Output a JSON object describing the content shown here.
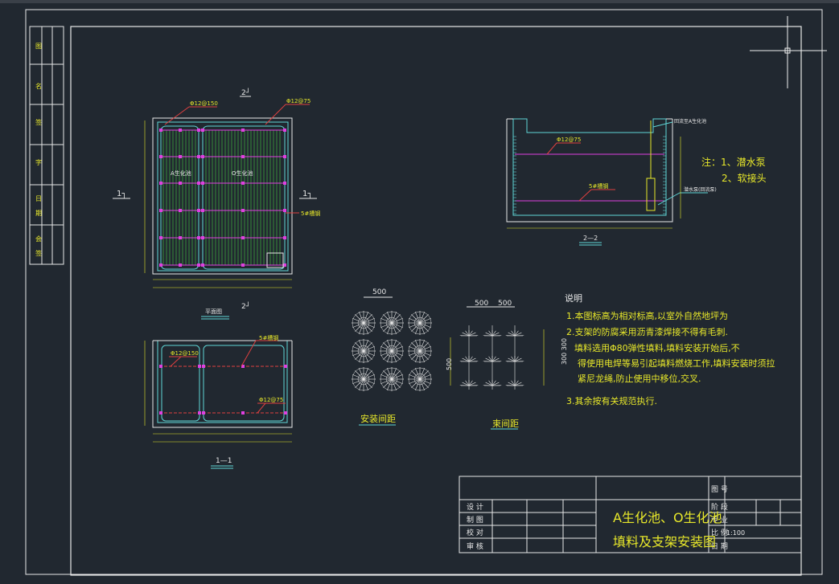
{
  "plan_view": {
    "section_mark_top": "2┘",
    "section_mark_bottom": "2┘",
    "side_mark_left": "1┐",
    "side_mark_right": "1┐",
    "rebar_top_left": "Φ12@150",
    "rebar_top_right": "Φ12@75",
    "tank_a_label": "A生化池",
    "tank_o_label": "O生化池",
    "channel_label": "5#槽钢",
    "caption": "平面图"
  },
  "section_2_2": {
    "rebar_label": "Φ12@75",
    "channel_label": "5#槽钢",
    "pipe_top_label": "回流至A生化池",
    "pump_label": "潜水泵(回流泵)",
    "caption": "2—2"
  },
  "notes_right": {
    "line1": "注：1、潜水泵",
    "line2": "2、软接头"
  },
  "section_1_1": {
    "channel_label": "5#槽钢",
    "rebar_left": "Φ12@150",
    "rebar_right": "Φ12@75",
    "caption": "1—1"
  },
  "install_spacing": {
    "dim_top": "500",
    "caption": "安装间距"
  },
  "bundle_spacing": {
    "dim_left": "500",
    "dim_right": "500",
    "dim_side": "500",
    "dim_outer": "300  300",
    "caption": "束间距"
  },
  "notes": {
    "title": "说明",
    "lines": [
      "1.本图标高为相对标高,以室外自然地坪为",
      "2.支架的防腐采用沥青漆焊接不得有毛刺.",
      "填料选用Φ80弹性填料,填料安装开始后,不",
      "得使用电焊等易引起填料燃烧工作,填料安装时须拉",
      "紧尼龙绳,防止使用中移位,交叉.",
      "3.其余按有关规范执行."
    ]
  },
  "title_block": {
    "title_line1": "A生化池、O生化池",
    "title_line2": "填料及支架安装图",
    "rows_left": [
      "设 计",
      "制 图",
      "校 对",
      "审 核"
    ],
    "rows_right": [
      "图 号",
      "阶 段",
      "专 业",
      "比 例",
      "日 期"
    ],
    "scale": "1:100"
  },
  "left_strip": {
    "labels": [
      "图",
      "名",
      "签",
      "字",
      "日",
      "期",
      "会",
      "签"
    ]
  }
}
